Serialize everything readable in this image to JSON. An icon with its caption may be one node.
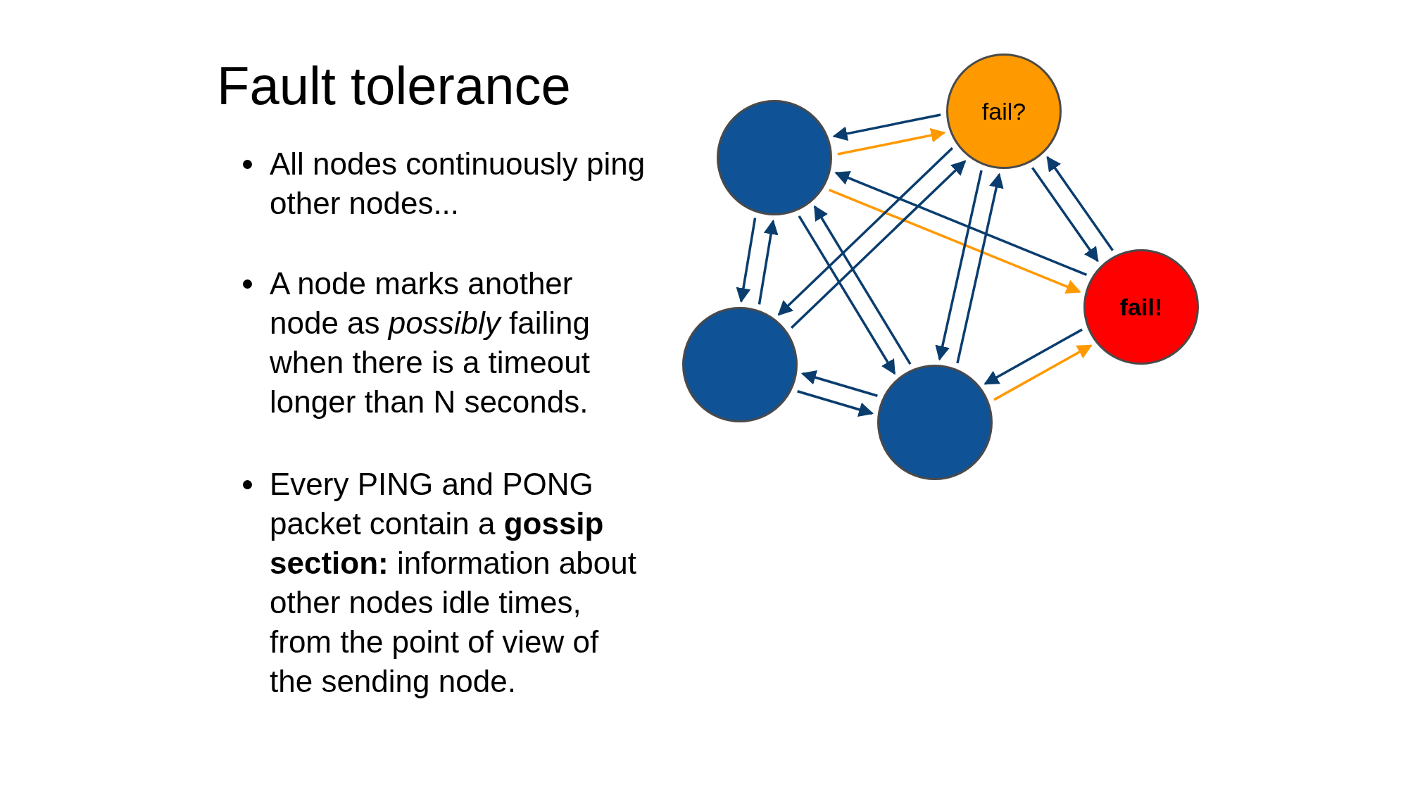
{
  "diagram": {
    "title": "Fault tolerance",
    "nodes": [
      {
        "text": [],
        "shape": "circle"
      },
      {
        "text": [
          "fail?"
        ]
      },
      {
        "text": [
          "fail!"
        ]
      },
      {
        "text": [],
        "shape": "circle"
      },
      {
        "text": [],
        "shape": "circle"
      }
    ],
    "edges": [
      {
        "from": 1,
        "to": 0,
        "arrow": "to"
      },
      {
        "from": 0,
        "to": 1,
        "arrow": "to",
        "color": "#ff9900"
      },
      {
        "from": 0,
        "to": 2,
        "arrow": "to",
        "color": "#ff9900"
      },
      {
        "from": 2,
        "to": 0,
        "arrow": "to"
      },
      {
        "from": 3,
        "to": 0,
        "arrow": "to"
      },
      {
        "from": 0,
        "to": 3,
        "arrow": "to"
      },
      {
        "from": 0,
        "to": 4,
        "arrow": "to"
      },
      {
        "from": 4,
        "to": 0,
        "arrow": "to"
      },
      {
        "from": 3,
        "to": 1,
        "arrow": "to"
      },
      {
        "from": 1,
        "to": 3,
        "arrow": "to"
      },
      {
        "from": 4,
        "to": 1,
        "arrow": "to"
      },
      {
        "from": 1,
        "to": 4,
        "arrow": "to"
      },
      {
        "from": 1,
        "to": 2,
        "arrow": "to"
      },
      {
        "from": 2,
        "to": 1,
        "arrow": "to"
      },
      {
        "from": 3,
        "to": 4,
        "arrow": "to"
      },
      {
        "from": 4,
        "to": 3,
        "arrow": "to"
      },
      {
        "from": 4,
        "to": 2,
        "arrow": "to",
        "color": "#ff9900"
      },
      {
        "from": 2,
        "to": 4,
        "arrow": "to"
      }
    ],
    "labels": [
      "All nodes continuously ping other nodes...",
      "A node marks another node as *possibly* failing when there is a timeout longer than N seconds.",
      "Every PING and PONG packet contain a **gossip section:** information about other nodes idle times, from the point of view of the sending node."
    ]
  }
}
